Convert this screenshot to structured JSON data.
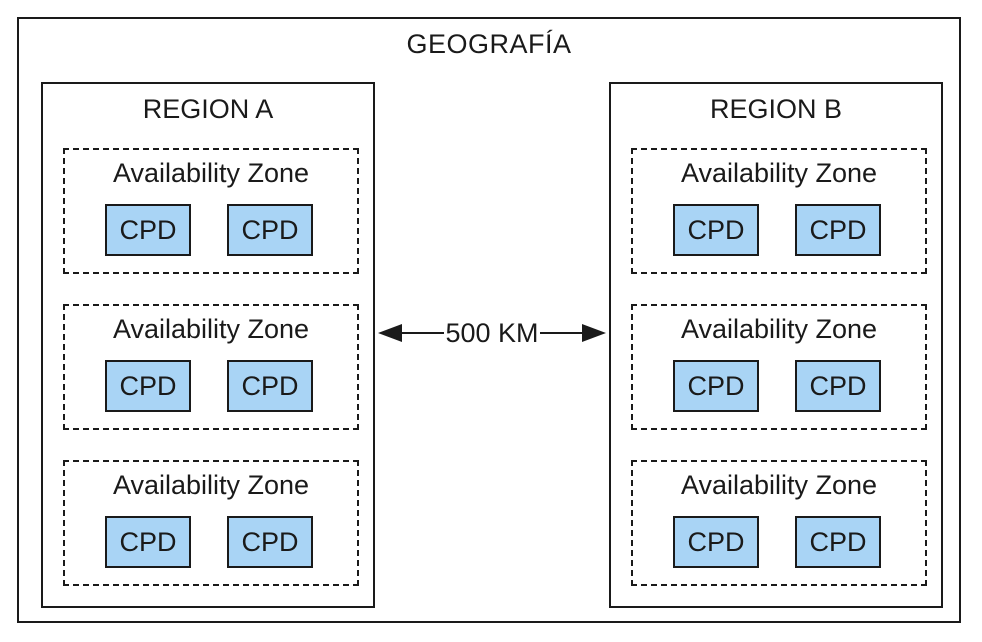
{
  "geography": {
    "title": "GEOGRAFÍA"
  },
  "regions": [
    {
      "title": "REGION A",
      "zones": [
        {
          "title": "Availability Zone",
          "cpds": [
            "CPD",
            "CPD"
          ]
        },
        {
          "title": "Availability Zone",
          "cpds": [
            "CPD",
            "CPD"
          ]
        },
        {
          "title": "Availability Zone",
          "cpds": [
            "CPD",
            "CPD"
          ]
        }
      ]
    },
    {
      "title": "REGION B",
      "zones": [
        {
          "title": "Availability Zone",
          "cpds": [
            "CPD",
            "CPD"
          ]
        },
        {
          "title": "Availability Zone",
          "cpds": [
            "CPD",
            "CPD"
          ]
        },
        {
          "title": "Availability Zone",
          "cpds": [
            "CPD",
            "CPD"
          ]
        }
      ]
    }
  ],
  "distance": {
    "label": "500 KM"
  },
  "colors": {
    "cpd_fill": "#a9d4f5",
    "stroke": "#1a1a1a"
  }
}
